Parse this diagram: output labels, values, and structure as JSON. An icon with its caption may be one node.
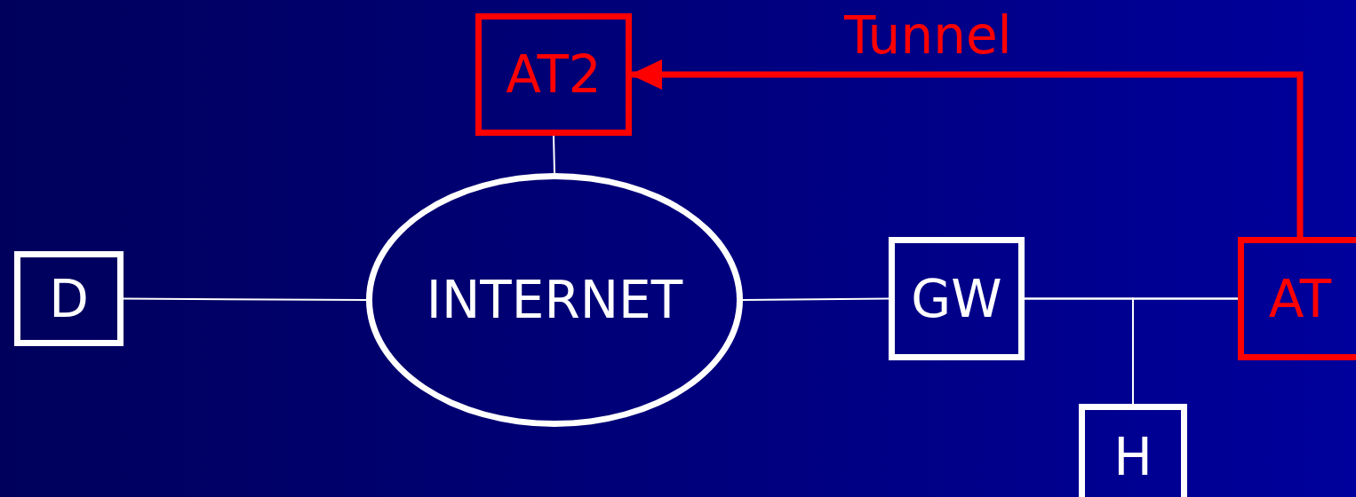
{
  "diagram": {
    "nodes": [
      {
        "text": [
          "AT2"
        ]
      },
      {
        "text": [
          "INTERNET"
        ]
      },
      {
        "text": [
          "D"
        ]
      },
      {
        "text": [
          "GW"
        ]
      },
      {
        "text": [
          "AT"
        ]
      },
      {
        "text": [
          "H"
        ]
      }
    ],
    "edges": [
      {
        "from": 4,
        "to": 0,
        "arrow": "to",
        "label": "Tunnel",
        "style": "thick",
        "color": "#ff0000"
      },
      {
        "from": 0,
        "to": 1,
        "arrow": "none"
      },
      {
        "from": 2,
        "to": 1,
        "arrow": "none"
      },
      {
        "from": 1,
        "to": 3,
        "arrow": "none"
      },
      {
        "from": 3,
        "to": 4,
        "arrow": "none"
      },
      {
        "from": 3,
        "to": 5,
        "arrow": "none"
      },
      {
        "from": 5,
        "to": 4,
        "arrow": "none"
      }
    ]
  }
}
